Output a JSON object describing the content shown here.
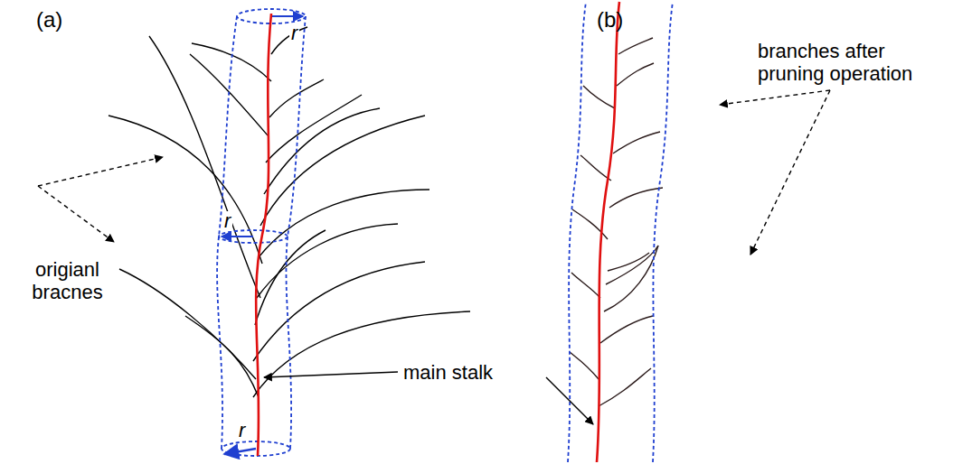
{
  "diagram": {
    "labels": [
      "(a)",
      "(b)",
      "r",
      "r",
      "r",
      "origianl bracnes",
      "main stalk",
      "branches after pruning operation"
    ]
  }
}
